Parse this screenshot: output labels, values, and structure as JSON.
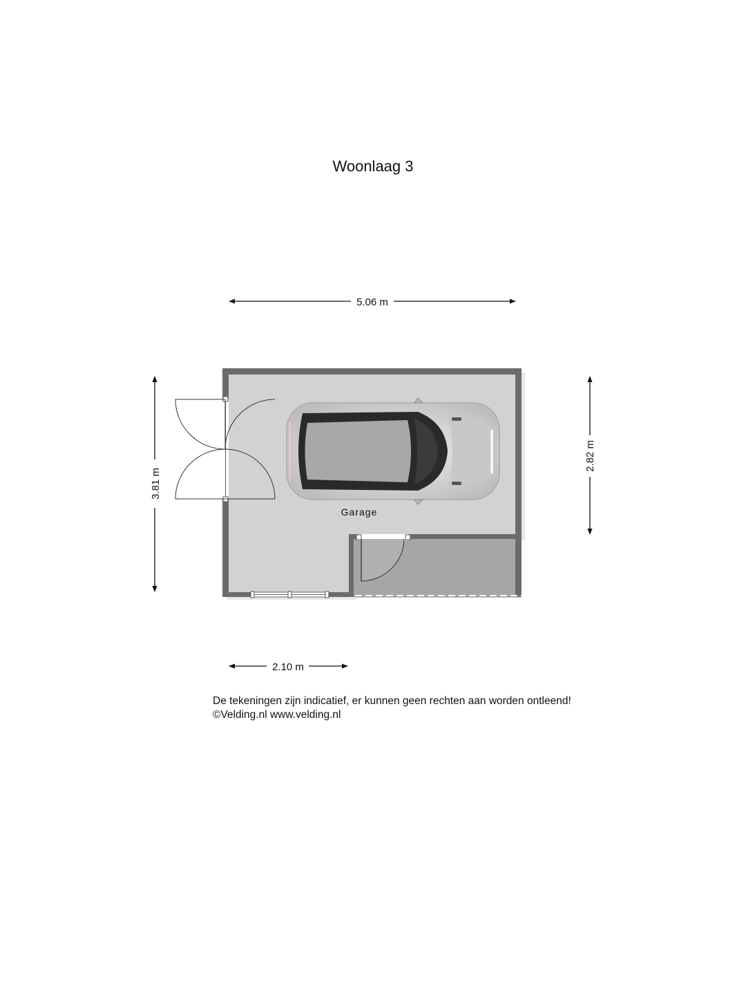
{
  "title": "Woonlaag 3",
  "room_label": "Garage",
  "dimensions": {
    "top_width": "5.06 m",
    "left_height": "3.81 m",
    "right_height": "2.82 m",
    "bottom_width": "2.10 m"
  },
  "footer": {
    "disclaimer": "De tekeningen zijn indicatief, er kunnen geen rechten aan worden ontleend!",
    "copyright": "©Velding.nl www.velding.nl"
  },
  "colors": {
    "wall": "#6b6b6b",
    "floor": "#d2d2d2",
    "step_floor": "#a6a6a6",
    "car_body": "#d9d9d9",
    "car_roof": "#2a2a2a"
  }
}
